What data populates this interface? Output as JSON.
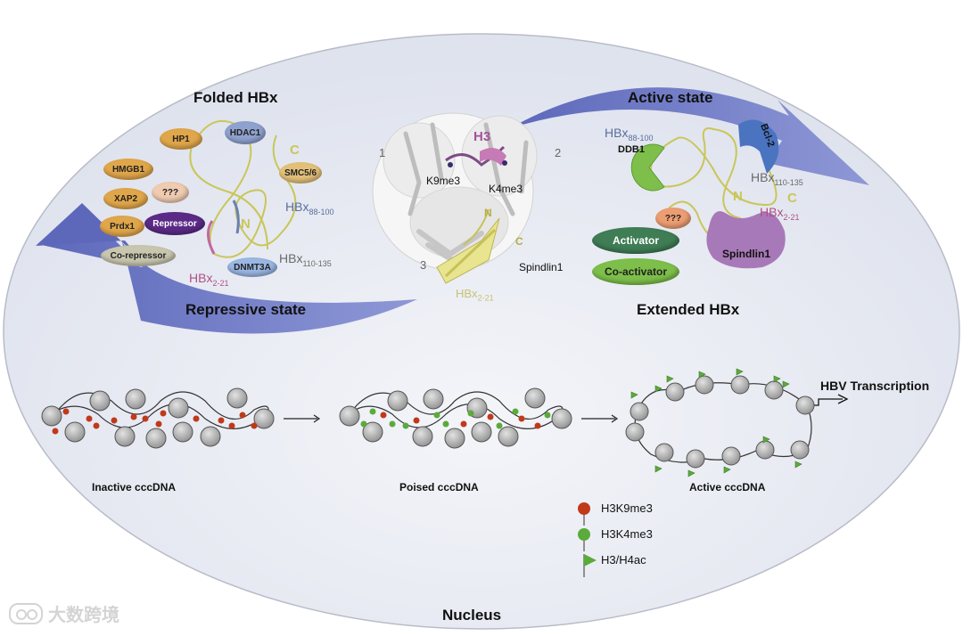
{
  "labels": {
    "folded_hbx": "Folded HBx",
    "active_state": "Active state",
    "repressive_state": "Repressive state",
    "extended_hbx": "Extended HBx",
    "nucleus": "Nucleus",
    "hbv_transcription": "HBV Transcription",
    "inactive_cccdna": "Inactive cccDNA",
    "poised_cccdna": "Poised cccDNA",
    "active_cccdna": "Active cccDNA"
  },
  "left_factors": {
    "hp1": "HP1",
    "hdac1": "HDAC1",
    "hmgb1": "HMGB1",
    "xap2": "XAP2",
    "unknown": "???",
    "prdx1": "Prdx1",
    "repressor": "Repressor",
    "co_repressor": "Co-repressor",
    "smc56": "SMC5/6",
    "dnmt3a": "DNMT3A"
  },
  "left_hbx": {
    "c_term": "C",
    "n_term": "N",
    "region1": {
      "base": "HBx",
      "sub": "88-100"
    },
    "region2": {
      "base": "HBx",
      "sub": "110-135"
    },
    "region3": {
      "base": "HBx",
      "sub": "2-21"
    }
  },
  "structure": {
    "h3": "H3",
    "num1": "1",
    "num2": "2",
    "num3": "3",
    "k9me3": "K9me3",
    "k4me3": "K4me3",
    "n_term": "N",
    "c_term": "C",
    "spindlin1": "Spindlin1",
    "hbx": {
      "base": "HBx",
      "sub": "2-21"
    }
  },
  "right_factors": {
    "ddb1": "DDB1",
    "bcl2": "Bcl-2",
    "unknown": "???",
    "activator": "Activator",
    "co_activator": "Co-activator",
    "spindlin1": "Spindlin1"
  },
  "right_hbx": {
    "region1": {
      "base": "HBx",
      "sub": "88-100"
    },
    "region2": {
      "base": "HBx",
      "sub": "110-135"
    },
    "region3": {
      "base": "HBx",
      "sub": "2-21"
    },
    "c_term": "C",
    "n_term": "N"
  },
  "legend": {
    "items": [
      {
        "label": "H3K9me3",
        "color": "#c0391b",
        "shape": "circle"
      },
      {
        "label": "H3K4me3",
        "color": "#5aab3a",
        "shape": "circle"
      },
      {
        "label": "H3/H4ac",
        "color": "#5aab3a",
        "shape": "triangle"
      }
    ]
  },
  "watermark": "大数跨境",
  "colors": {
    "arrow": "#6f7ac4",
    "nucleus_fill": "#e6e9f2",
    "h3k9me3": "#c0391b",
    "h3k4me3": "#5aab3a",
    "repressor": "#5b2a86",
    "hbx_backbone": "#c9c659"
  }
}
